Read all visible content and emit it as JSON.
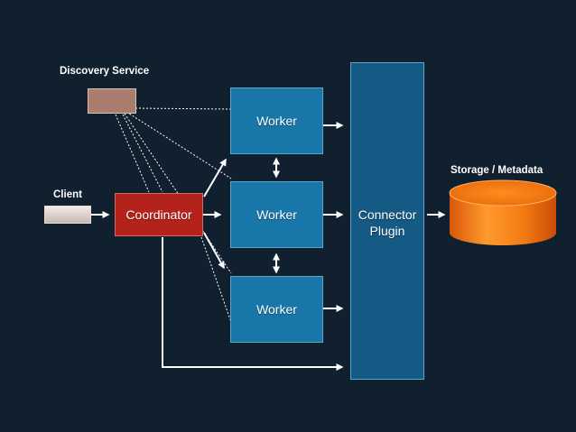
{
  "labels": {
    "discovery_service": "Discovery Service",
    "client": "Client",
    "storage": "Storage / Metadata"
  },
  "nodes": {
    "coordinator": "Coordinator",
    "worker_1": "Worker",
    "worker_2": "Worker",
    "worker_3": "Worker",
    "connector_line1": "Connector",
    "connector_line2": "Plugin"
  },
  "colors": {
    "background": "#10202f",
    "worker": "#1877a8",
    "connector": "#145a85",
    "coordinator": "#b4231b",
    "storage": "#f07a10",
    "discovery": "#a87d6e"
  }
}
